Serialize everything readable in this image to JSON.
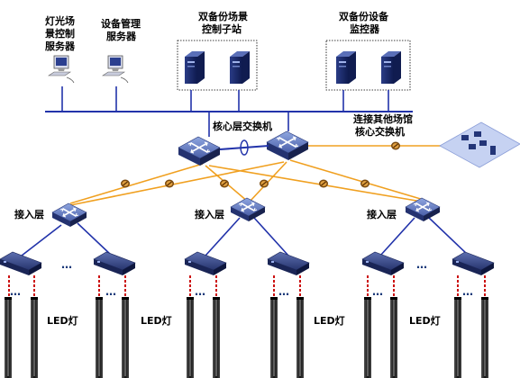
{
  "labels": {
    "lighting_server": [
      "灯光场",
      "景控制",
      "服务器"
    ],
    "device_mgmt_server": [
      "设备管理",
      "服务器"
    ],
    "dual_substation": [
      "双备份场景",
      "控制子站"
    ],
    "dual_monitor": [
      "双备份设备",
      "监控器"
    ],
    "core_switch": "核心层交换机",
    "other_venue": [
      "连接其他场馆",
      "核心交换机"
    ],
    "access_layer": "接入层",
    "led": "LED灯",
    "ellipsis": "…"
  },
  "colors": {
    "backbone": "#2233aa",
    "fiber": "#f0a020",
    "access_link": "#2233aa",
    "dmx_link": "#cc1111",
    "device_dark": "#1e2a5e",
    "device_mid": "#3a4f8f",
    "lamp": "#222222"
  },
  "icons": {
    "pc": "pc-icon",
    "server": "server-icon",
    "switch": "switch-icon",
    "controller": "controller-icon",
    "led_fixture": "led-fixture-icon",
    "fiber_module": "fiber-module-icon",
    "cloud": "network-cloud-icon"
  }
}
